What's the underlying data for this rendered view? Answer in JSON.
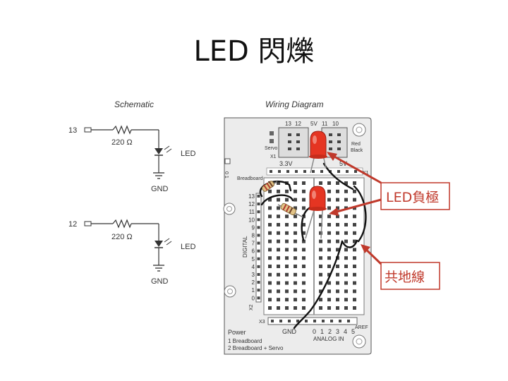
{
  "slide": {
    "title": "LED 閃爍"
  },
  "schematic": {
    "heading": "Schematic",
    "circuits": [
      {
        "pin": "13",
        "resistor": "220 Ω",
        "led": "LED",
        "ground": "GND"
      },
      {
        "pin": "12",
        "resistor": "220 Ω",
        "led": "LED",
        "ground": "GND"
      }
    ]
  },
  "wiring": {
    "heading": "Wiring Diagram",
    "top_header": [
      "13",
      "12",
      "5V",
      "11",
      "10"
    ],
    "servo_label": "Servo",
    "x1_label": "X1",
    "x1_right_label": "X1",
    "red_black": [
      "Red",
      "Black"
    ],
    "rail_labels": [
      "3.3V",
      "5V"
    ],
    "breadboard_label": "Breadboard",
    "digital_label": "DIGITAL",
    "digital_pins": [
      "13",
      "12",
      "11",
      "10",
      "9",
      "8",
      "7",
      "6",
      "5",
      "4",
      "3",
      "2",
      "1",
      "0"
    ],
    "side_label": "0 1",
    "x2_label": "X2",
    "x3_label": "X3",
    "gnd_label": "GND",
    "analog_pins": [
      "0",
      "1",
      "2",
      "3",
      "4",
      "5"
    ],
    "aref_label": "AREF",
    "analog_label": "ANALOG IN",
    "power_label": "Power",
    "power_options": [
      "1 Breadboard",
      "2 Breadboard + Servo"
    ]
  },
  "callouts": {
    "cathode": "LED負極",
    "common_ground": "共地線"
  },
  "colors": {
    "callout_red": "#c0392b",
    "led_red": "#e53522",
    "board": "#e8e8e8"
  }
}
